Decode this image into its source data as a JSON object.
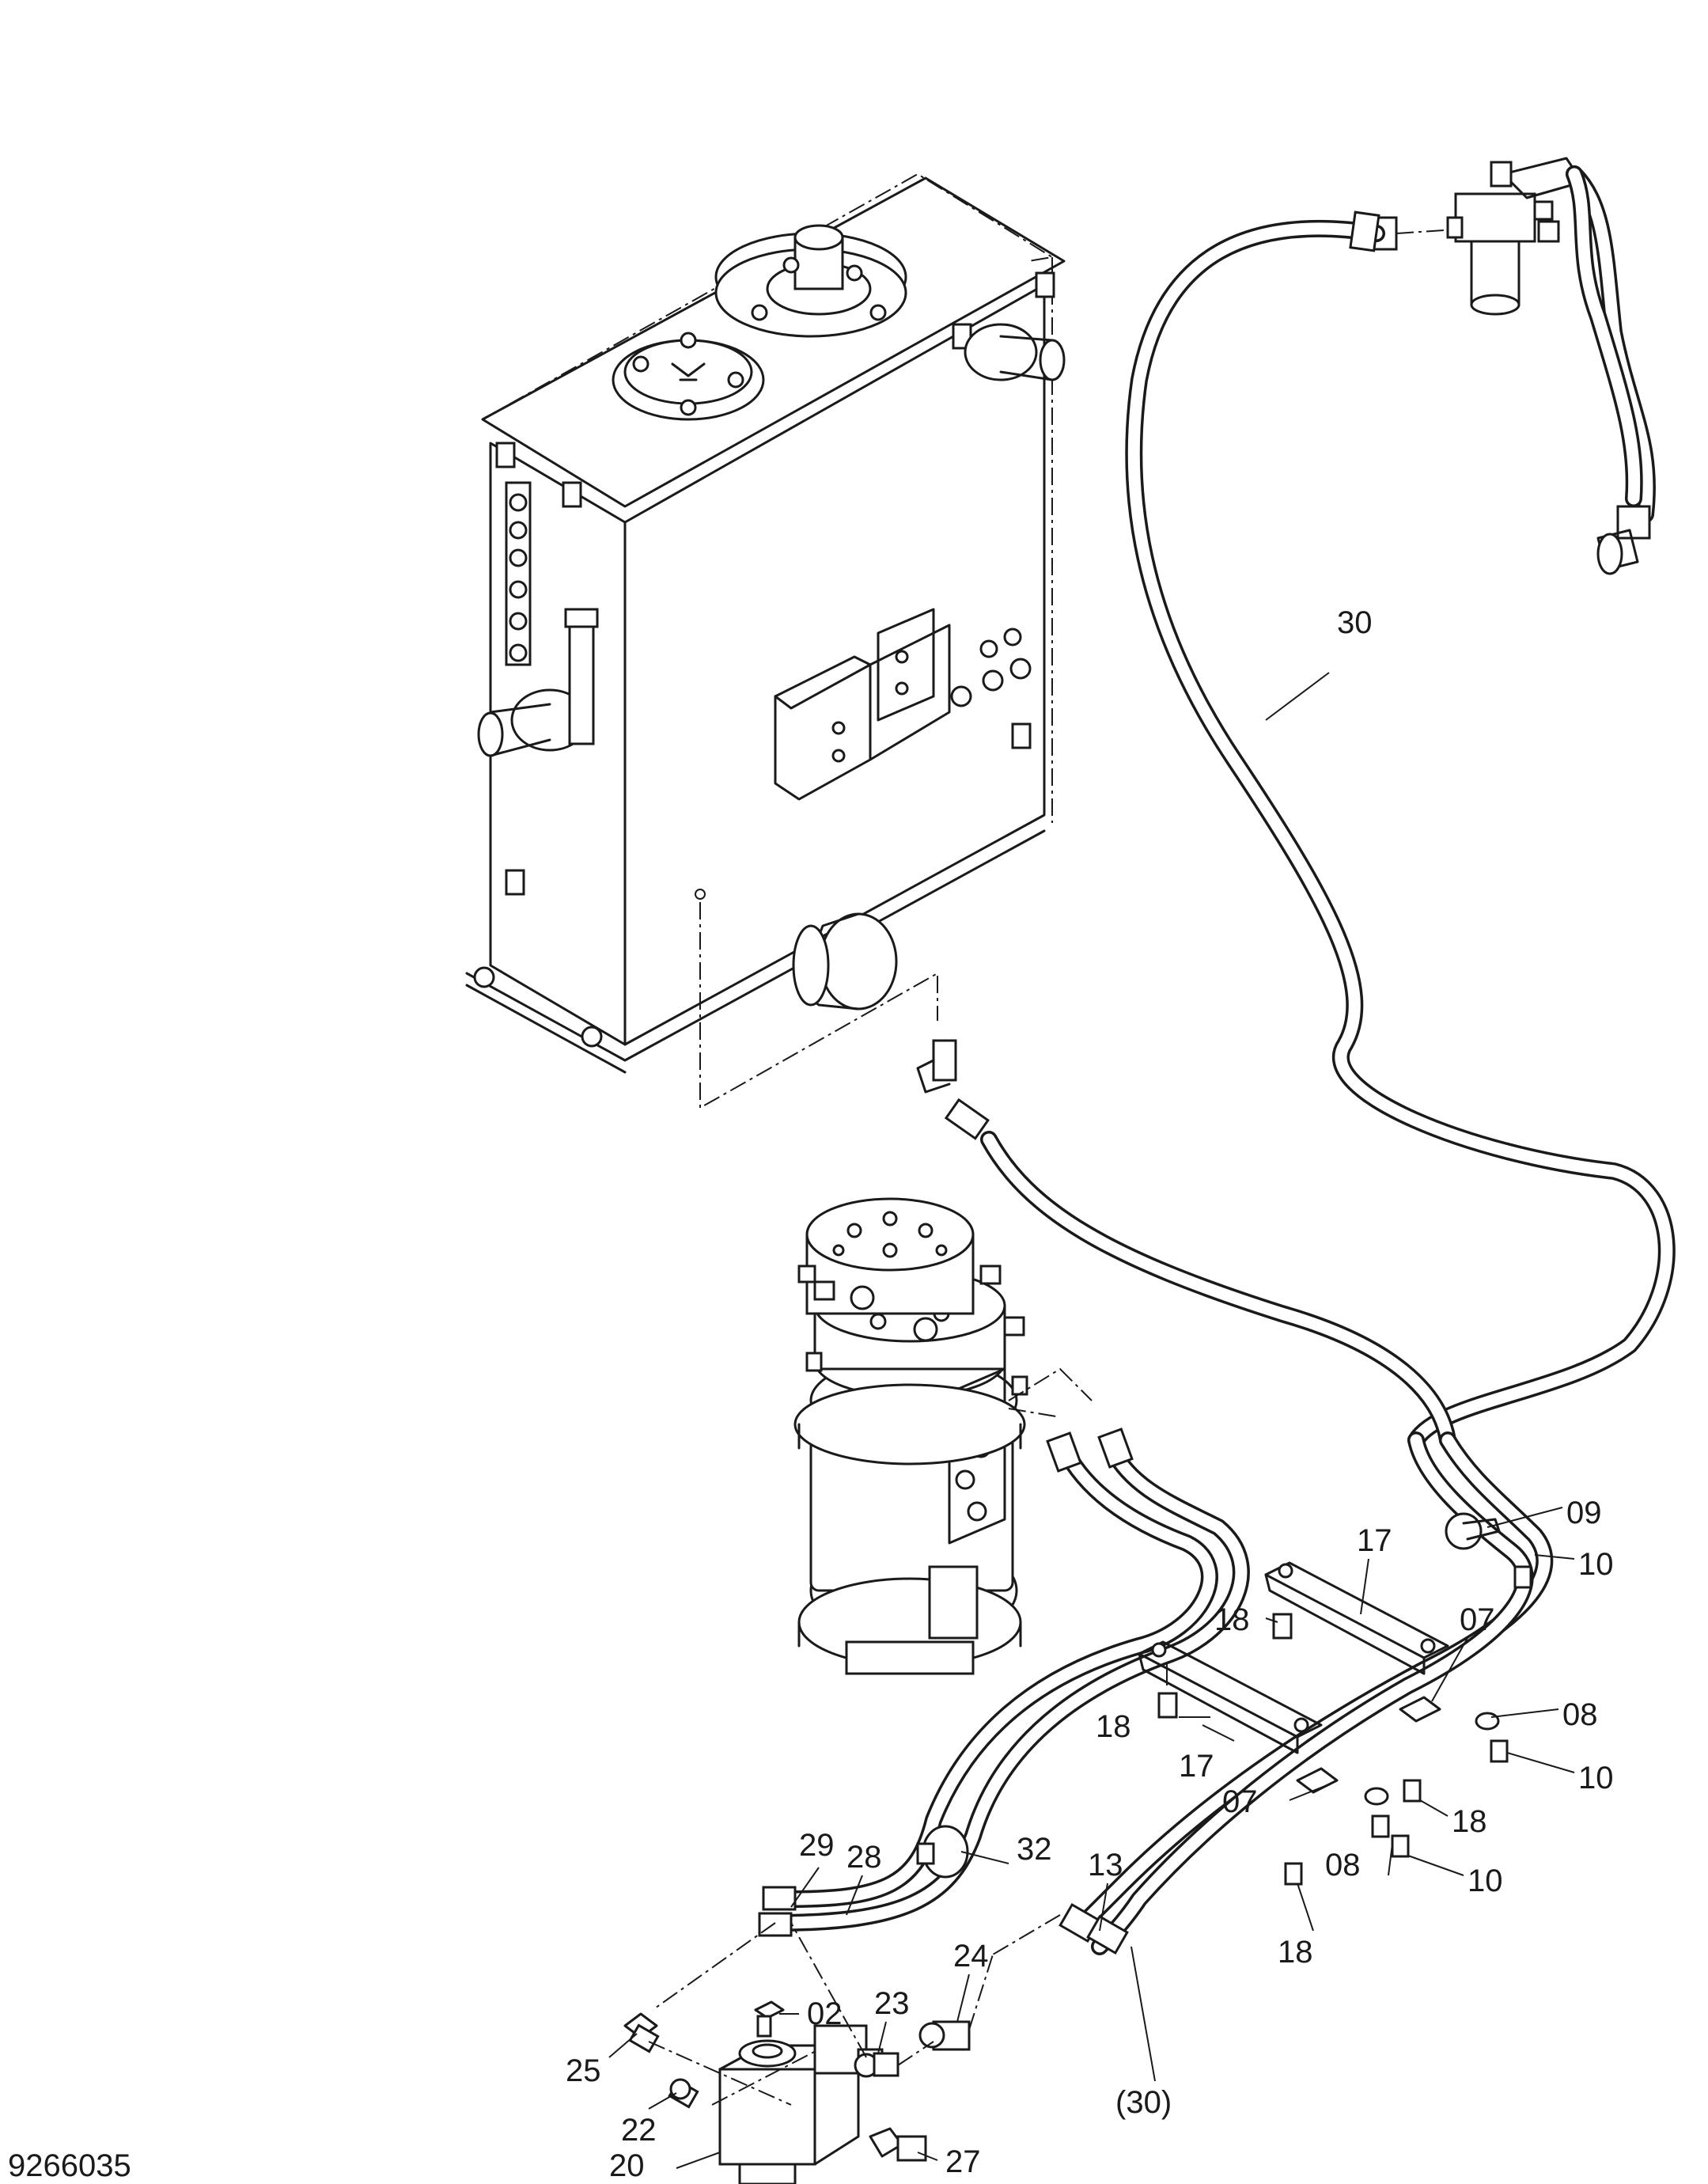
{
  "drawing_number": "9266035",
  "part_callouts": [
    {
      "id": "c30",
      "text": "30"
    },
    {
      "id": "c09",
      "text": "09"
    },
    {
      "id": "c10a",
      "text": "10"
    },
    {
      "id": "c17a",
      "text": "17"
    },
    {
      "id": "c18a",
      "text": "18"
    },
    {
      "id": "c07a",
      "text": "07"
    },
    {
      "id": "c08a",
      "text": "08"
    },
    {
      "id": "c10b",
      "text": "10"
    },
    {
      "id": "c18b",
      "text": "18"
    },
    {
      "id": "c17b",
      "text": "17"
    },
    {
      "id": "c07b",
      "text": "07"
    },
    {
      "id": "c18c",
      "text": "18"
    },
    {
      "id": "c08b",
      "text": "08"
    },
    {
      "id": "c10c",
      "text": "10"
    },
    {
      "id": "c18d",
      "text": "18"
    },
    {
      "id": "c29",
      "text": "29"
    },
    {
      "id": "c28",
      "text": "28"
    },
    {
      "id": "c32",
      "text": "32"
    },
    {
      "id": "c13",
      "text": "13"
    },
    {
      "id": "c24",
      "text": "24"
    },
    {
      "id": "c23",
      "text": "23"
    },
    {
      "id": "c02",
      "text": "02"
    },
    {
      "id": "c25",
      "text": "25"
    },
    {
      "id": "c22",
      "text": "22"
    },
    {
      "id": "c30p",
      "text": "(30)"
    },
    {
      "id": "c27",
      "text": "27"
    },
    {
      "id": "c20",
      "text": "20"
    }
  ]
}
